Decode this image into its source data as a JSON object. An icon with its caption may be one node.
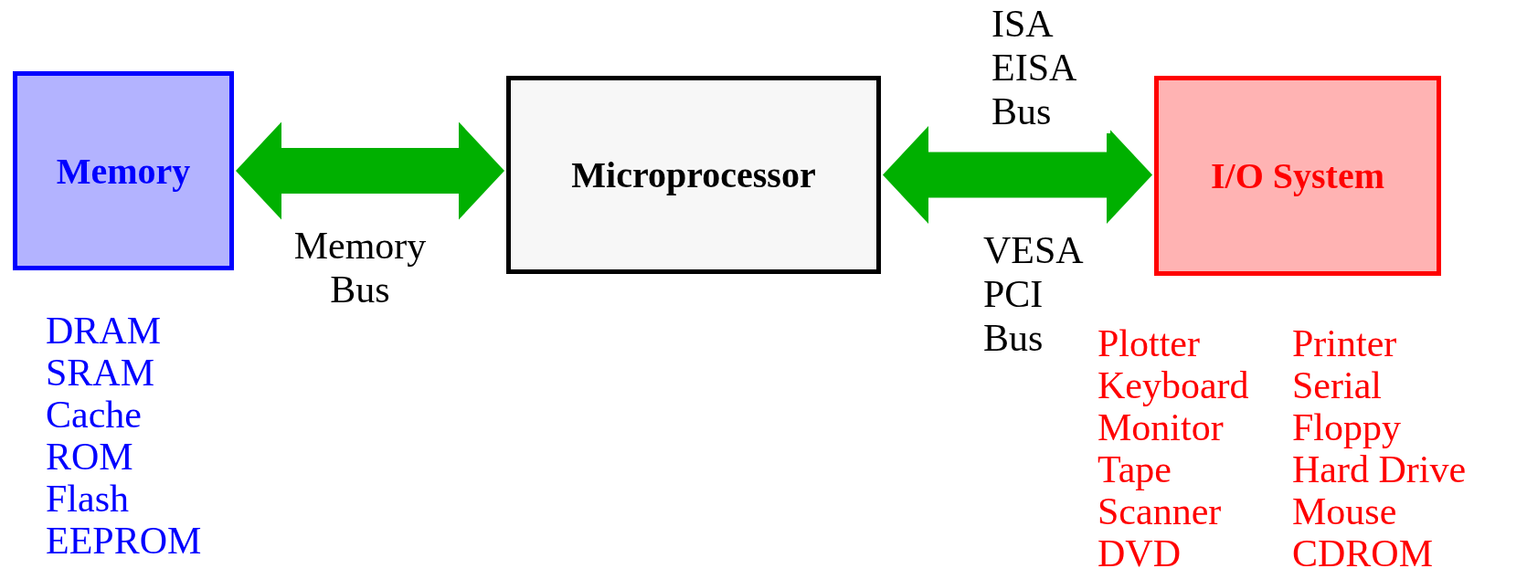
{
  "diagram": {
    "nodes": [
      {
        "text": [
          "Memory"
        ],
        "beside": [
          "DRAM",
          "SRAM",
          "Cache",
          "ROM",
          "Flash",
          "EEPROM"
        ]
      },
      {
        "text": [
          "Microprocessor"
        ]
      },
      {
        "text": [
          "I/O System"
        ],
        "beside": [
          "Plotter",
          "Keyboard",
          "Monitor",
          "Tape",
          "Scanner",
          "DVD",
          "Printer",
          "Serial",
          "Floppy",
          "Hard Drive",
          "Mouse",
          "CDROM"
        ]
      }
    ],
    "edges": [
      {
        "from": 0,
        "to": 1,
        "arrow": "both",
        "label": "Memory Bus",
        "color": "#00b000"
      },
      {
        "from": 1,
        "to": 2,
        "arrow": "both",
        "label": "ISA EISA Bus",
        "color": "#00b000"
      }
    ],
    "labels": [
      "VESA PCI Bus"
    ]
  }
}
